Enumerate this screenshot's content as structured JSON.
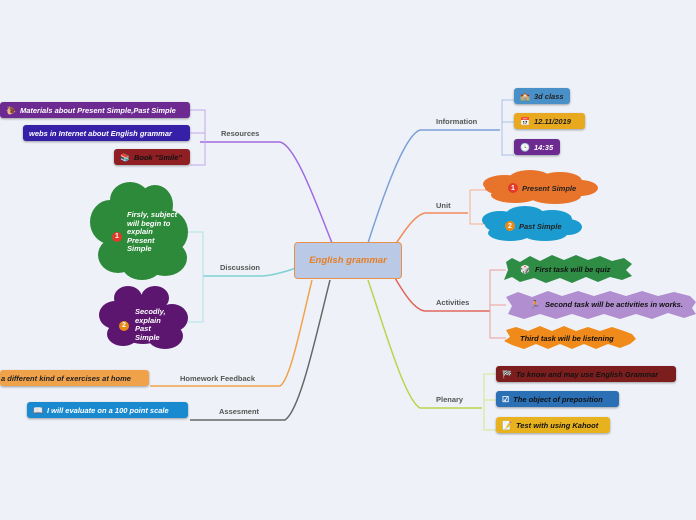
{
  "central": {
    "label": "English grammar"
  },
  "branches": {
    "resources": "Resources",
    "information": "Information",
    "unit": "Unit",
    "discussion": "Discussion",
    "activities": "Activities",
    "homework": "Homework Feedback",
    "assesment": "Assesment",
    "plenary": "Plenary"
  },
  "resources": {
    "items": [
      "Materials about Present Simple,Past Simple",
      "webs in Internet about English grammar",
      "Book \"Smile\""
    ]
  },
  "information": {
    "items": [
      "3d class",
      "12.11/2019",
      "14:35"
    ]
  },
  "unit": {
    "items": [
      "Present Simple",
      "Past Simple"
    ],
    "badges": [
      "1",
      "2"
    ]
  },
  "discussion": {
    "first": "Firsly, subject will begin to explain Present Simple",
    "second": "Secodly, explain Past Simple",
    "badges": [
      "1",
      "2"
    ]
  },
  "activities": {
    "items": [
      "First task will be quiz",
      "Second task will be activities in works.",
      "Third task will be listening"
    ]
  },
  "homework": {
    "text": "a different kind of exercises at home"
  },
  "assesment": {
    "text": "I will evaluate on a 100 point scale"
  },
  "plenary": {
    "items": [
      "To know and may use English Grammar",
      "The object of preposition",
      "Test with using Kahoot"
    ]
  },
  "colors": {
    "central_fill": "#b9c9e6",
    "central_text": "#e67e22",
    "resources": "#a06be0",
    "information": "#7c9fd8",
    "unit": "#f28a5c",
    "discussion": "#7ed1d3",
    "activities": "#e0665c",
    "homework": "#f0a24a",
    "assesment": "#555555",
    "plenary": "#bcd34e"
  }
}
